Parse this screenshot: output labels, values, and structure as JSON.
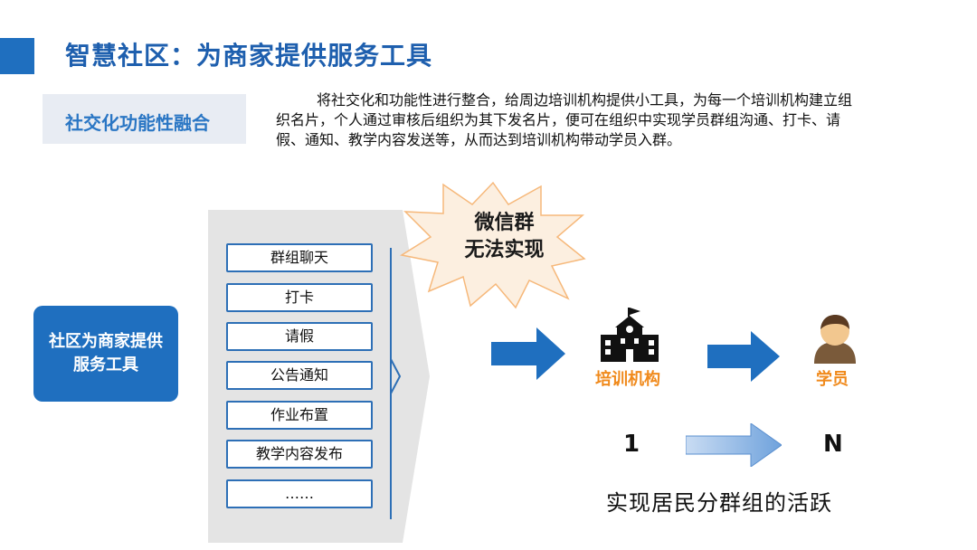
{
  "header": {
    "title": "智慧社区：为商家提供服务工具"
  },
  "tag": {
    "label": "社交化功能性融合"
  },
  "description": "将社交化和功能性进行整合，给周边培训机构提供小工具，为每一个培训机构建立组织名片，个人通过审核后组织为其下发名片，便可在组织中实现学员群组沟通、打卡、请假、通知、教学内容发送等，从而达到培训机构带动学员入群。",
  "left_box": {
    "label": "社区为商家提供服务工具"
  },
  "features": [
    "群组聊天",
    "打卡",
    "请假",
    "公告通知",
    "作业布置",
    "教学内容发布",
    "……"
  ],
  "burst": {
    "line1": "微信群",
    "line2": "无法实现"
  },
  "flow": {
    "institution_label": "培训机构",
    "student_label": "学员",
    "one": "1",
    "many": "N"
  },
  "caption": "实现居民分群组的活跃",
  "colors": {
    "primary_blue": "#1f6fbf",
    "orange": "#f08a1c",
    "burst_fill": "#fcefe0",
    "burst_stroke": "#f6b87a"
  }
}
